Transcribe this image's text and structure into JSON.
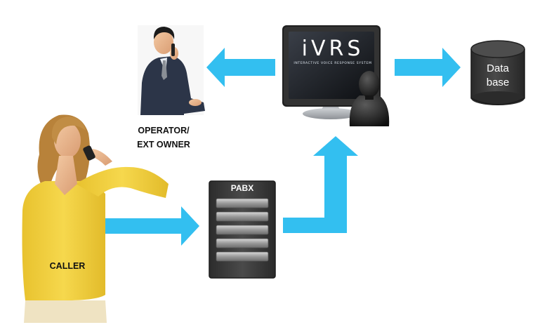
{
  "nodes": {
    "operator": {
      "label_line1": "OPERATOR/",
      "label_line2": "EXT OWNER"
    },
    "caller": {
      "label": "CALLER"
    },
    "pabx": {
      "label": "PABX"
    },
    "ivrs": {
      "title": "iVRS",
      "subtitle": "INTERACTIVE VOICE RESPONSE SYSTEM"
    },
    "database": {
      "label_line1": "Data",
      "label_line2": "base"
    }
  },
  "colors": {
    "arrow": "#33bff0",
    "pabx_body": "#3d3d3d",
    "monitor_body": "#2a2a2a",
    "database_body": "#3c3c3c",
    "shirt": "#f0cf3c",
    "suit": "#2c3548"
  },
  "icons": [
    "operator-person-icon",
    "caller-person-icon",
    "pabx-server-icon",
    "ivrs-monitor-icon",
    "agent-silhouette-icon",
    "database-cylinder-icon"
  ]
}
